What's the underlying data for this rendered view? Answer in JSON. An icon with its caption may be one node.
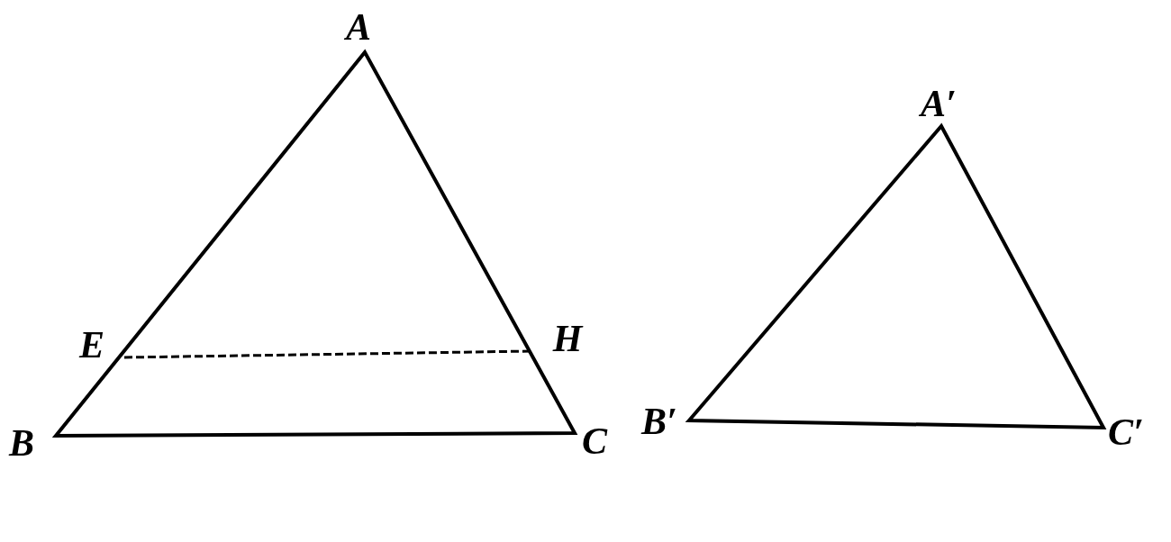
{
  "diagram": {
    "labels": [
      "A",
      "A′",
      "E",
      "H",
      "B",
      "C",
      "B′",
      "C′"
    ]
  }
}
